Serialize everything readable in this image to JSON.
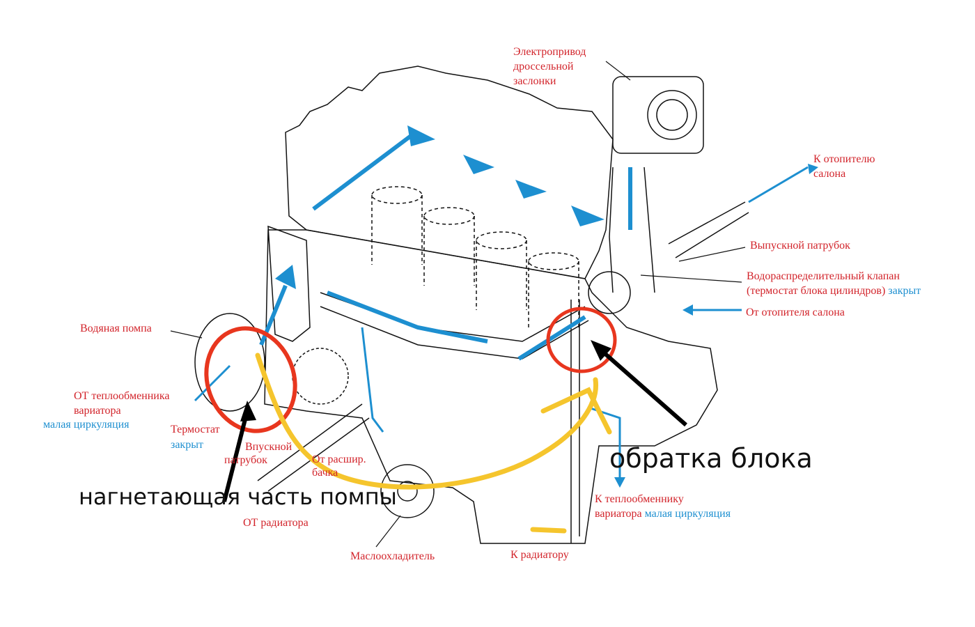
{
  "colors": {
    "label_red": "#d2232a",
    "flow_blue": "#1d8fd0",
    "circle_red": "#e8361e",
    "yellow": "#f5c52d",
    "arrow_black": "#000000"
  },
  "labels": {
    "throttle": [
      "Электропривод",
      "дроссельной",
      "заслонки"
    ],
    "to_heater": [
      "К отопителю",
      "салона"
    ],
    "outlet": "Выпускной патрубок",
    "valve_line1": "Водораспределительный клапан",
    "valve_line2": "(термостат блока цилиндров)",
    "valve_state": "закрыт",
    "from_heater": "От отопителя салона",
    "water_pump": "Водяная помпа",
    "from_cvt_line1": "ОТ теплообменника",
    "from_cvt_line2": "вариатора",
    "from_cvt_note": "малая циркуляция",
    "thermostat": "Термостат",
    "thermostat_state": "закрыт",
    "inlet": [
      "Впускной",
      "патрубок"
    ],
    "from_tank": [
      "От расшир.",
      "бачка"
    ],
    "from_radiator": "ОТ радиатора",
    "oil_cooler": "Маслоохладитель",
    "to_radiator": "К радиатору",
    "to_cvt_line1": "К теплообменнику",
    "to_cvt_line2": "вариатора",
    "to_cvt_note": "малая циркуляция"
  },
  "annotations": {
    "pump_pressure": "нагнетающая часть помпы",
    "block_return": "обратка блока"
  }
}
